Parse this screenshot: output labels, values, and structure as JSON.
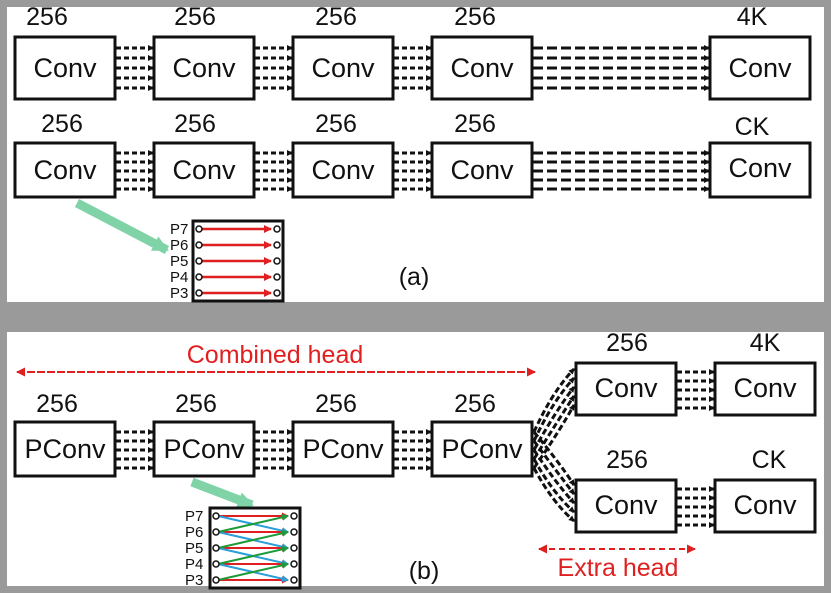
{
  "panel_a": {
    "row1": {
      "channels": [
        "256",
        "256",
        "256",
        "256",
        "4K"
      ],
      "boxes": [
        "Conv",
        "Conv",
        "Conv",
        "Conv",
        "Conv"
      ]
    },
    "row2": {
      "channels": [
        "256",
        "256",
        "256",
        "256",
        "CK"
      ],
      "boxes": [
        "Conv",
        "Conv",
        "Conv",
        "Conv",
        "Conv"
      ]
    },
    "inset_levels": [
      "P7",
      "P6",
      "P5",
      "P4",
      "P3"
    ],
    "label": "(a)"
  },
  "panel_b": {
    "combined_head": {
      "label": "Combined head",
      "channels": [
        "256",
        "256",
        "256",
        "256"
      ],
      "boxes": [
        "PConv",
        "PConv",
        "PConv",
        "PConv"
      ]
    },
    "top_branch": {
      "channels": [
        "256",
        "4K"
      ],
      "boxes": [
        "Conv",
        "Conv"
      ]
    },
    "bottom_branch": {
      "channels": [
        "256",
        "CK"
      ],
      "boxes": [
        "Conv",
        "Conv"
      ]
    },
    "extra_head_label": "Extra head",
    "inset_levels": [
      "P7",
      "P6",
      "P5",
      "P4",
      "P3"
    ],
    "label": "(b)"
  },
  "colors": {
    "frame": "#9a9a9a",
    "highlight_arrow": "#7fd3a6",
    "red": "#e02020",
    "blue": "#2a9fd8",
    "green": "#1f9a3a"
  }
}
